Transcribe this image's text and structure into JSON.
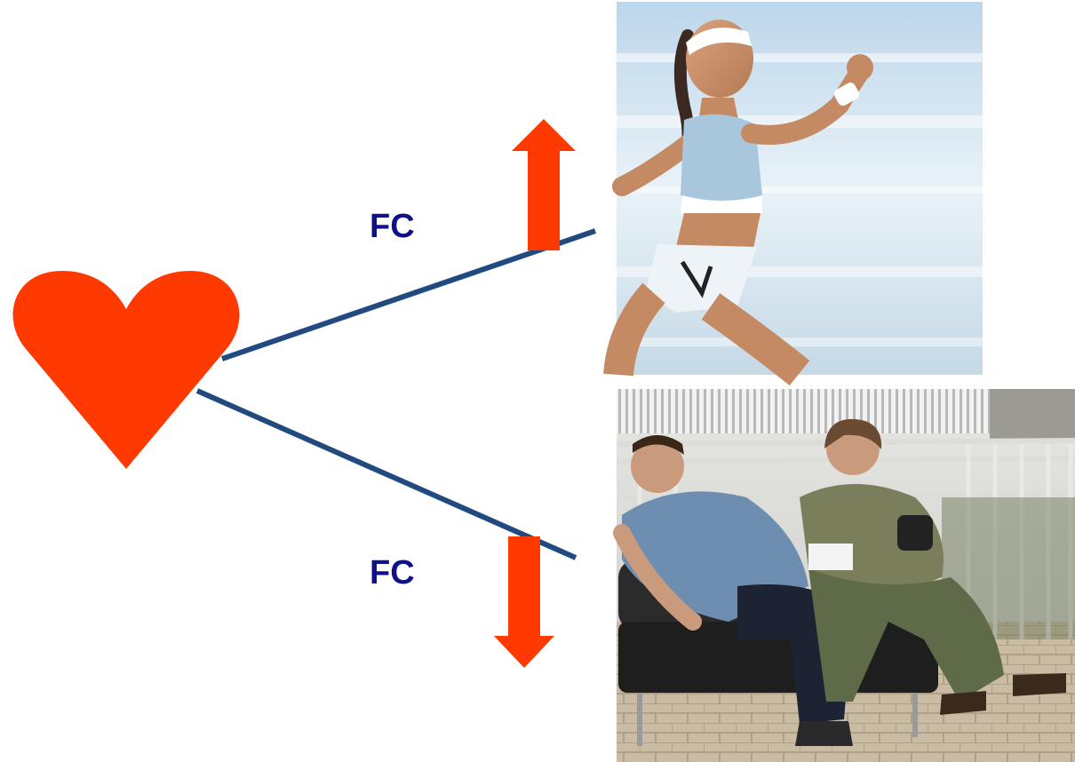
{
  "labels": {
    "upper": "FC",
    "lower": "FC"
  },
  "colors": {
    "heart": "#ff3a00",
    "arrow": "#ff3a00",
    "line": "#214a80",
    "label": "#10108a"
  },
  "icons": {
    "heart": "heart-icon",
    "up_arrow": "arrow-up-icon",
    "down_arrow": "arrow-down-icon"
  },
  "images": {
    "top": "running-woman-photo",
    "bottom": "sitting-people-photo"
  }
}
